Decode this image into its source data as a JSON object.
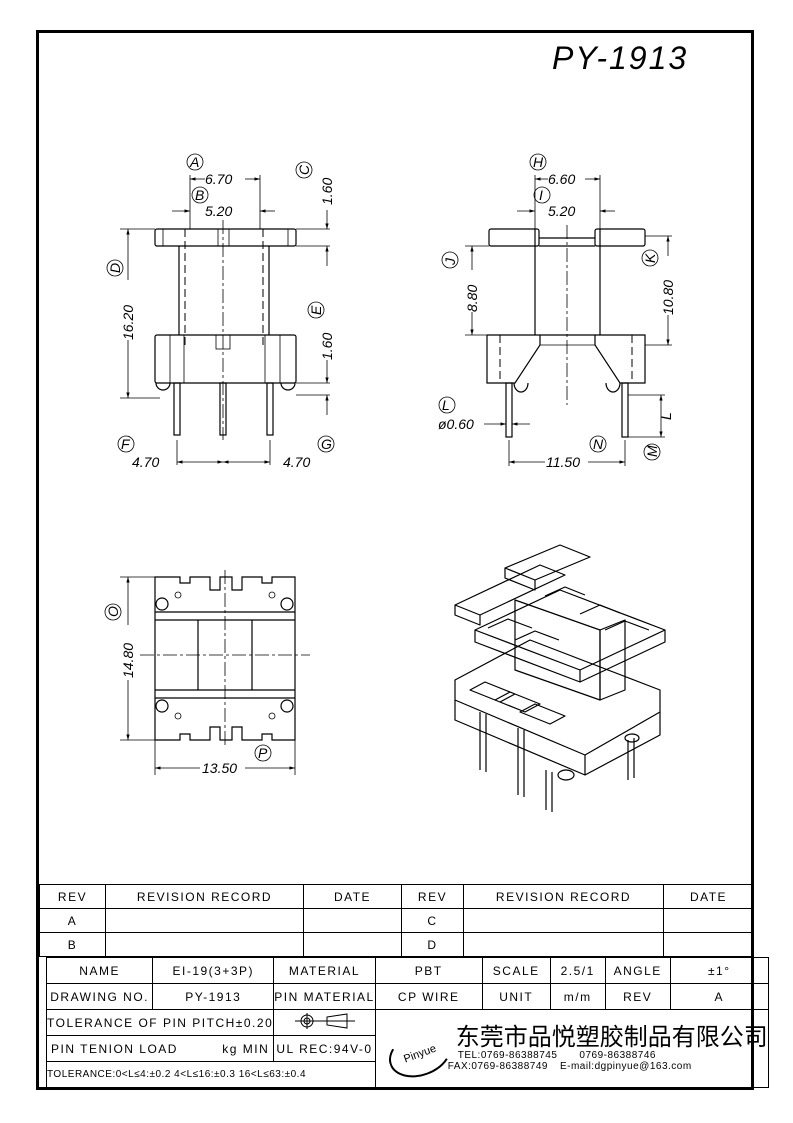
{
  "drawing_title": "PY-1913",
  "views": {
    "front": {
      "callouts": [
        "A",
        "B",
        "C",
        "D",
        "E",
        "F",
        "G"
      ],
      "dims": {
        "a": "6.70",
        "b": "5.20",
        "c": "1.60",
        "d": "16.20",
        "e": "1.60",
        "f": "4.70",
        "g": "4.70"
      }
    },
    "side": {
      "callouts": [
        "H",
        "I",
        "J",
        "K",
        "L",
        "M",
        "N"
      ],
      "dims": {
        "h": "6.60",
        "i": "5.20",
        "j": "8.80",
        "k": "10.80",
        "l": "ø0.60",
        "m": "L",
        "n": "11.50"
      }
    },
    "bottom": {
      "callouts": [
        "O",
        "P"
      ],
      "dims": {
        "o": "14.80",
        "p": "13.50"
      }
    }
  },
  "revision_table": {
    "headers": [
      "REV",
      "REVISION RECORD",
      "DATE",
      "REV",
      "REVISION RECORD",
      "DATE"
    ],
    "rows": [
      [
        "A",
        "",
        "",
        "C",
        "",
        ""
      ],
      [
        "B",
        "",
        "",
        "D",
        "",
        ""
      ]
    ]
  },
  "title_block": {
    "name_label": "NAME",
    "name": "EI-19(3+3P)",
    "material_label": "MATERIAL",
    "material": "PBT",
    "scale_label": "SCALE",
    "scale": "2.5/1",
    "angle_label": "ANGLE",
    "angle": "±1°",
    "drawing_no_label": "DRAWING NO.",
    "drawing_no": "PY-1913",
    "pin_material_label": "PIN MATERIAL",
    "pin_material": "CP WIRE",
    "unit_label": "UNIT",
    "unit": "m/m",
    "rev_label": "REV",
    "rev": "A",
    "pin_pitch_tolerance": "TOLERANCE OF PIN PITCH±0.20",
    "pin_tension_label": "PIN TENION LOAD",
    "pin_tension_unit": "kg MIN",
    "ul": "UL REC:94V-0",
    "tolerance": "TOLERANCE:0<L≤4:±0.2  4<L≤16:±0.3  16<L≤63:±0.4",
    "company": "东莞市品悦塑胶制品有限公司",
    "logo": "Pinyue",
    "tel": "TEL:0769-86388745",
    "tel2": "0769-86388746",
    "fax": "FAX:0769-86388749",
    "email": "E-mail:dgpinyue@163.com"
  }
}
